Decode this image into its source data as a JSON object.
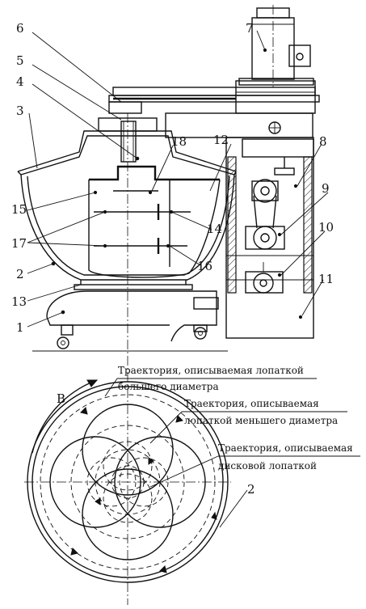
{
  "labels": {
    "n1": "1",
    "n2": "2",
    "n3": "3",
    "n4": "4",
    "n5": "5",
    "n6": "6",
    "n7": "7",
    "n8": "8",
    "n9": "9",
    "n10": "10",
    "n11": "11",
    "n12": "12",
    "n13": "13",
    "n14": "14",
    "n15": "15",
    "n16": "16",
    "n17": "17",
    "n18": "18",
    "n2_plan": "2",
    "direction": "B"
  },
  "captions": {
    "large_line1": "Траектория, описываемая лопаткой",
    "large_line2": "большего диаметра",
    "small_line1": "Траектория, описываемая",
    "small_line2": "лопаткой меньшего диаметра",
    "disc_line1": "Траектория, описываемая",
    "disc_line2": "дисковой лопаткой"
  }
}
